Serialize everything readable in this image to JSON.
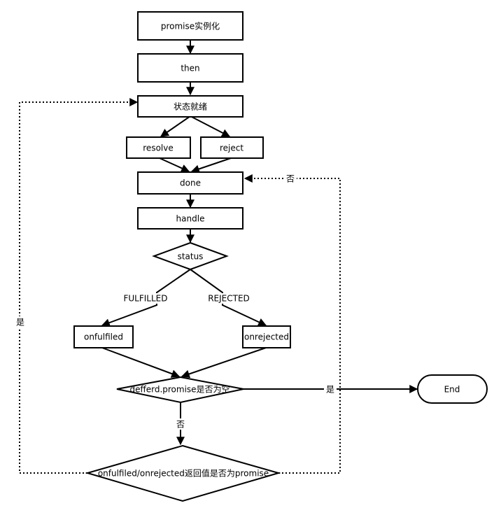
{
  "nodes": {
    "promise_instantiate": "promise实例化",
    "then": "then",
    "state_ready": "状态就绪",
    "resolve": "resolve",
    "reject": "reject",
    "done": "done",
    "handle": "handle",
    "status": "status",
    "onfulfilled": "onfulfiled",
    "onrejected": "onrejected",
    "deferred_check": "defferd.promise是否为空",
    "end": "End",
    "return_check": "onfulfiled/onrejected返回值是否为promise"
  },
  "edge_labels": {
    "fulfilled": "FULFILLED",
    "rejected": "REJECTED",
    "deferred_yes": "是",
    "deferred_no": "否",
    "return_no": "否",
    "return_yes": "是"
  }
}
